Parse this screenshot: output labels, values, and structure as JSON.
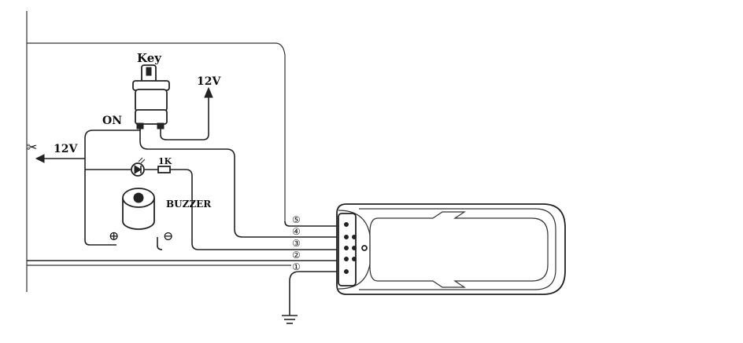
{
  "labels": {
    "key": "Key",
    "supply_top": "12V",
    "on": "ON",
    "supply_left": "12V",
    "resistor": "1K",
    "buzzer": "BUZZER",
    "plus": "⊕",
    "minus": "⊖"
  },
  "pins": [
    "⑤",
    "④",
    "③",
    "②",
    "①"
  ]
}
